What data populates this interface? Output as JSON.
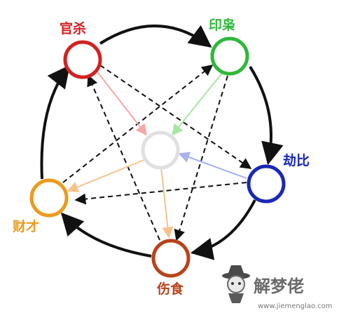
{
  "nodes": {
    "guansha": {
      "label": "官杀",
      "color": "#d42020"
    },
    "yinxiao": {
      "label": "印枭",
      "color": "#2fb83a"
    },
    "jiebi": {
      "label": "劫比",
      "color": "#1b27b5"
    },
    "shangshi": {
      "label": "伤食",
      "color": "#b8431a"
    },
    "caicai": {
      "label": "财才",
      "color": "#ec9a1e"
    },
    "center": {
      "color": "#e0e0e0"
    }
  },
  "edges": {
    "cycle": "#111111",
    "control": "#111111"
  },
  "watermark": {
    "brand": "解梦佬",
    "url": "www.jiemenglao.com"
  }
}
